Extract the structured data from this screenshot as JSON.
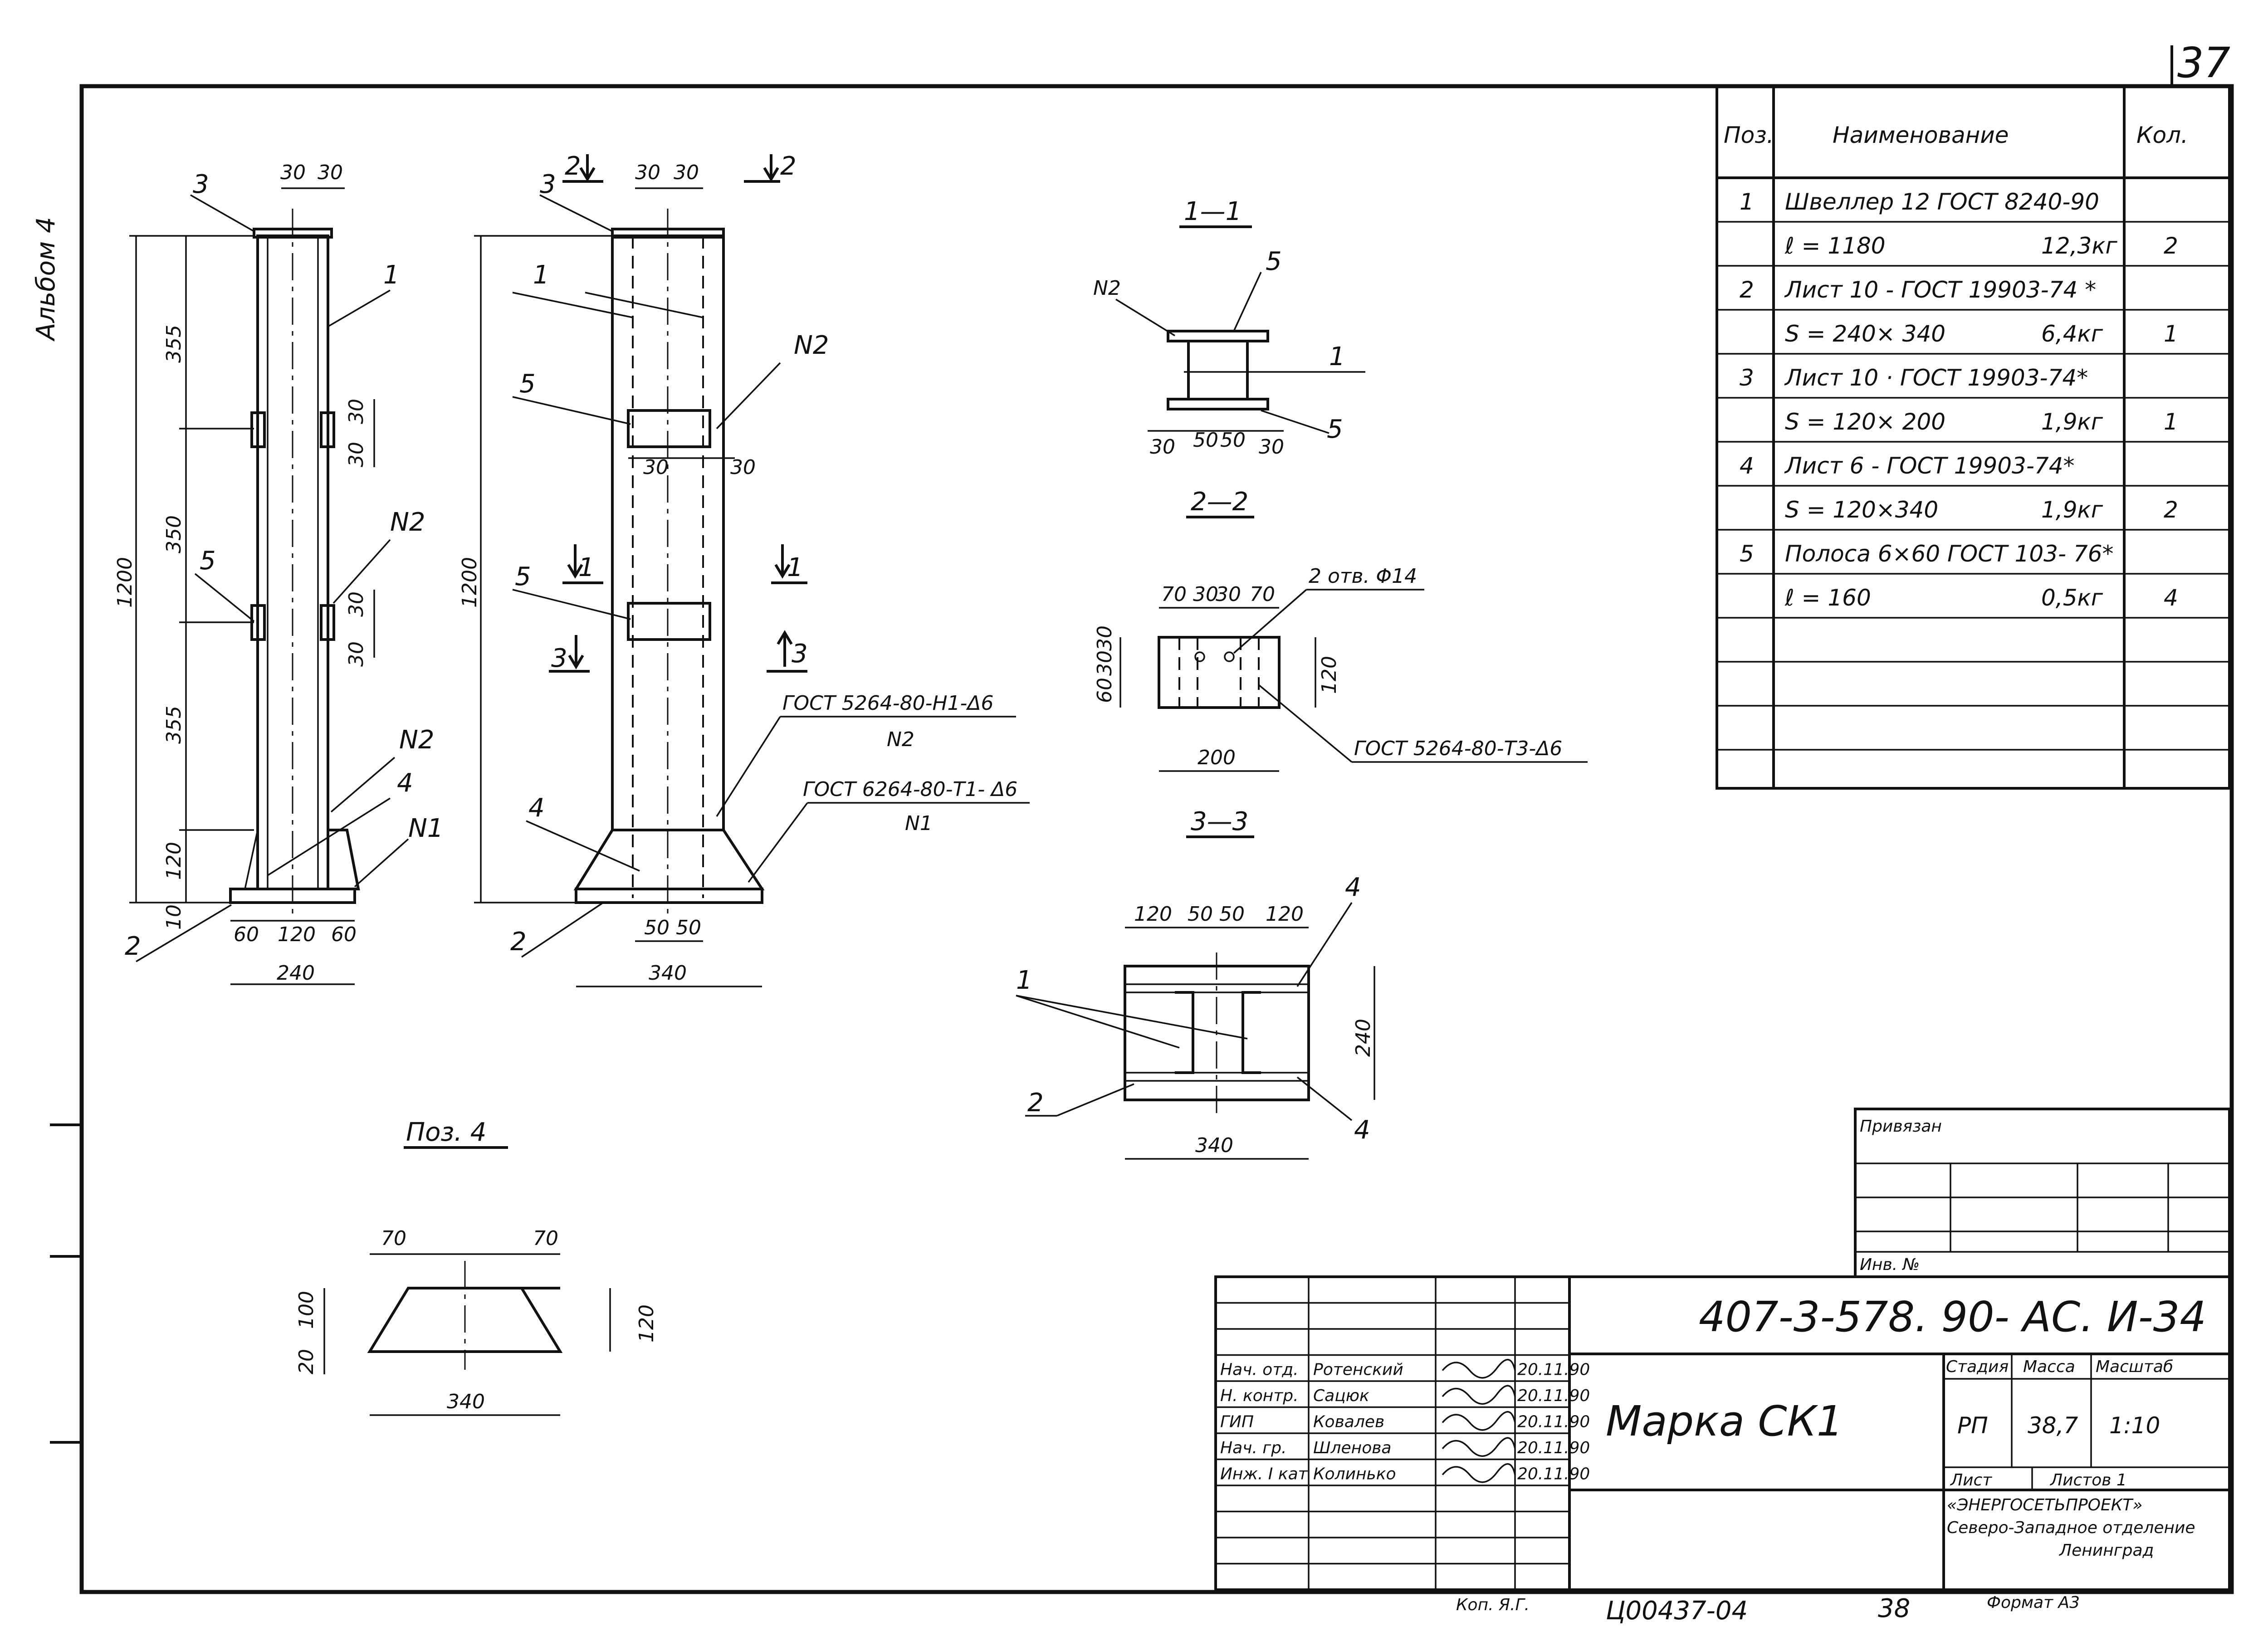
{
  "album_label": "Альбом 4",
  "page_number": "37",
  "spec_table": {
    "headers": {
      "pos": "Поз.",
      "name": "Наименование",
      "qty": "Кол."
    },
    "rows": [
      {
        "pos": "1",
        "name": "Швеллер 12 ГОСТ 8240-90",
        "mass": "",
        "qty": ""
      },
      {
        "pos": "",
        "name": "ℓ = 1180",
        "mass": "12,3кг",
        "qty": "2"
      },
      {
        "pos": "2",
        "name": "Лист 10 - ГОСТ 19903-74 *",
        "mass": "",
        "qty": ""
      },
      {
        "pos": "",
        "name": "S = 240× 340",
        "mass": "6,4кг",
        "qty": "1"
      },
      {
        "pos": "3",
        "name": "Лист 10 · ГОСТ 19903-74*",
        "mass": "",
        "qty": ""
      },
      {
        "pos": "",
        "name": "S = 120× 200",
        "mass": "1,9кг",
        "qty": "1"
      },
      {
        "pos": "4",
        "name": "Лист 6 - ГОСТ 19903-74*",
        "mass": "",
        "qty": ""
      },
      {
        "pos": "",
        "name": "S = 120×340",
        "mass": "1,9кг",
        "qty": "2"
      },
      {
        "pos": "5",
        "name": "Полоса 6×60 ГОСТ 103- 76*",
        "mass": "",
        "qty": ""
      },
      {
        "pos": "",
        "name": "ℓ = 160",
        "mass": "0,5кг",
        "qty": "4"
      }
    ]
  },
  "drawing": {
    "section_1_1": "1—1",
    "section_2_2": "2—2",
    "section_3_3": "3—3",
    "pos4_title": "Поз. 4",
    "weld_1": "ГОСТ 5264-80-Н1-Δ6",
    "weld_1_tag": "N2",
    "weld_2": "ГОСТ 6264-80-Т1- Δ6",
    "weld_2_tag": "N1",
    "weld_3": "ГОСТ 5264-80-Т3-Δ6",
    "holes": "2 отв. Φ14",
    "node_n1": "N1",
    "node_n2": "N2",
    "dims": {
      "d1200": "1200",
      "d355": "355",
      "d350": "350",
      "d120": "120",
      "d10": "10",
      "d30": "30",
      "d60": "60",
      "d240": "240",
      "d340": "340",
      "d50": "50",
      "d70": "70",
      "d200": "200",
      "d100": "100",
      "d20": "20"
    },
    "positions": {
      "p1": "1",
      "p2": "2",
      "p3": "3",
      "p4": "4",
      "p5": "5"
    },
    "cut_labels": {
      "c1": "1",
      "c2": "2",
      "c3": "3"
    }
  },
  "title_block": {
    "privyazan": "Привязан",
    "inv_no": "Инв. № ",
    "doc_code": "407-3-578. 90- АС. И-34",
    "mark": "Марка СК1",
    "stage_h": "Стадия",
    "mass_h": "Масса",
    "scale_h": "Масштаб",
    "stage": "РП",
    "mass": "38,7",
    "scale": "1:10",
    "sheet_h": "Лист",
    "sheets_h": "Листов 1",
    "org_1": "«ЭНЕРГОСЕТЬПРОЕКТ»",
    "org_2": "Северо-Западное отделение",
    "org_3": "Ленинград",
    "people": [
      {
        "role": "Нач. отд.",
        "name": "Ротенский",
        "date": "20.11.90"
      },
      {
        "role": "Н. контр.",
        "name": "Сацюк",
        "date": "20.11.90"
      },
      {
        "role": "ГИП",
        "name": "Ковалев",
        "date": "20.11.90"
      },
      {
        "role": "Нач. гр.",
        "name": "Шленова",
        "date": "20.11.90"
      },
      {
        "role": "Инж. I кат",
        "name": "Колинько",
        "date": "20.11.90"
      }
    ]
  },
  "footer": {
    "copied": "Коп. Я.Г.",
    "inventory": "Ц00437-04",
    "page": "38",
    "format": "Формат А3"
  }
}
